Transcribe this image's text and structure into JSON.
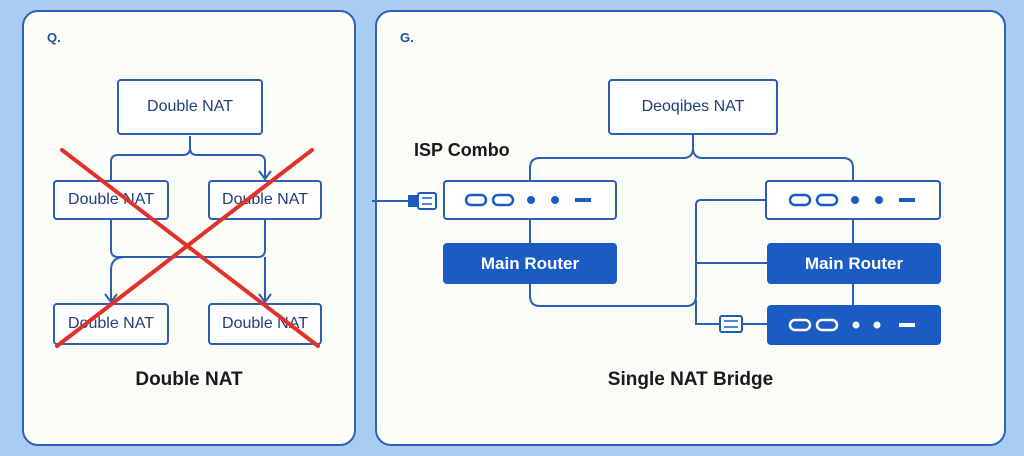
{
  "left_panel": {
    "corner_label": "Q.",
    "top_box": "Double NAT",
    "mid_left_box": "Double NAT",
    "mid_right_box": "Double NAT",
    "bottom_left_box": "Double NAT",
    "bottom_right_box": "Double NAT",
    "caption": "Double NAT"
  },
  "right_panel": {
    "corner_label": "G.",
    "top_box": "Deoqibes NAT",
    "isp_label": "ISP Combo",
    "main_router_left": "Main Router",
    "main_router_right": "Main Router",
    "caption": "Single NAT Bridge"
  },
  "colors": {
    "background": "#a9cdf2",
    "panel": "#fbfbf8",
    "line_blue": "#2a5fb3",
    "router_fill": "#1b5cc4",
    "cross_red": "#e0322b"
  },
  "icons": [
    "cross-out-mark",
    "ethernet-plug-icon",
    "device-ports-icon"
  ]
}
